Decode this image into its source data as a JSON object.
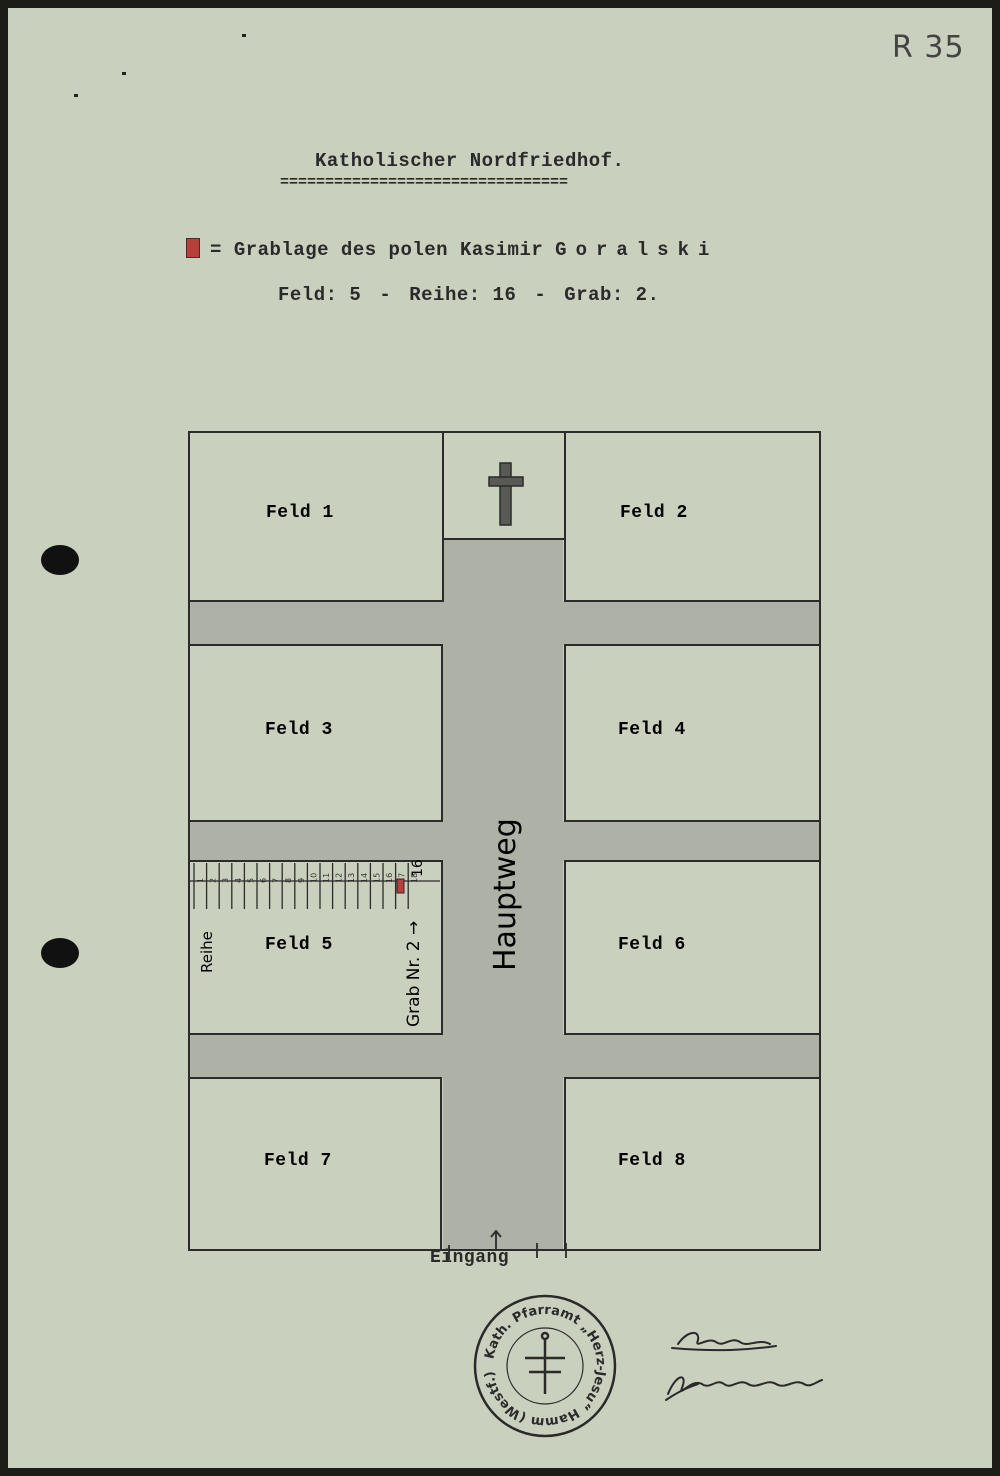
{
  "archive_ref": "R 35",
  "title": "Katholischer Nordfriedhof.",
  "title_underline": "================================",
  "legend": {
    "prefix": "=",
    "text": "Grablage des polen Kasimir",
    "name": "Goralski",
    "marker_color": "#b8403c"
  },
  "location": {
    "feld": "Feld: 5",
    "sep": "-",
    "reihe": "Reihe: 16",
    "grab": "Grab: 2."
  },
  "map": {
    "fields": [
      "Feld  1",
      "Feld  2",
      "Feld  3",
      "Feld  4",
      "Feld 5",
      "Feld  6",
      "Feld 7",
      "Feld  8"
    ],
    "main_path": "Hauptweg",
    "row_label": "Reihe",
    "grave_label": "Grab Nr. 2 →",
    "row_marker": "16",
    "row_numbers": [
      "1",
      "2",
      "3",
      "4",
      "5",
      "6",
      "7",
      "8",
      "9",
      "10",
      "11",
      "12",
      "13",
      "14",
      "15",
      "16",
      "17",
      "18"
    ],
    "entrance": "Eingang"
  },
  "stamp": {
    "text": "Kath. Pfarramt „Herz-Jesu“ Hamm (Westf.)"
  },
  "colors": {
    "paper": "#c9d0bd",
    "path_fill": "#a9ada2",
    "ink": "#2a2a2a",
    "stamp_ink": "#2a2a2a",
    "grave_marker": "#b8403c"
  }
}
